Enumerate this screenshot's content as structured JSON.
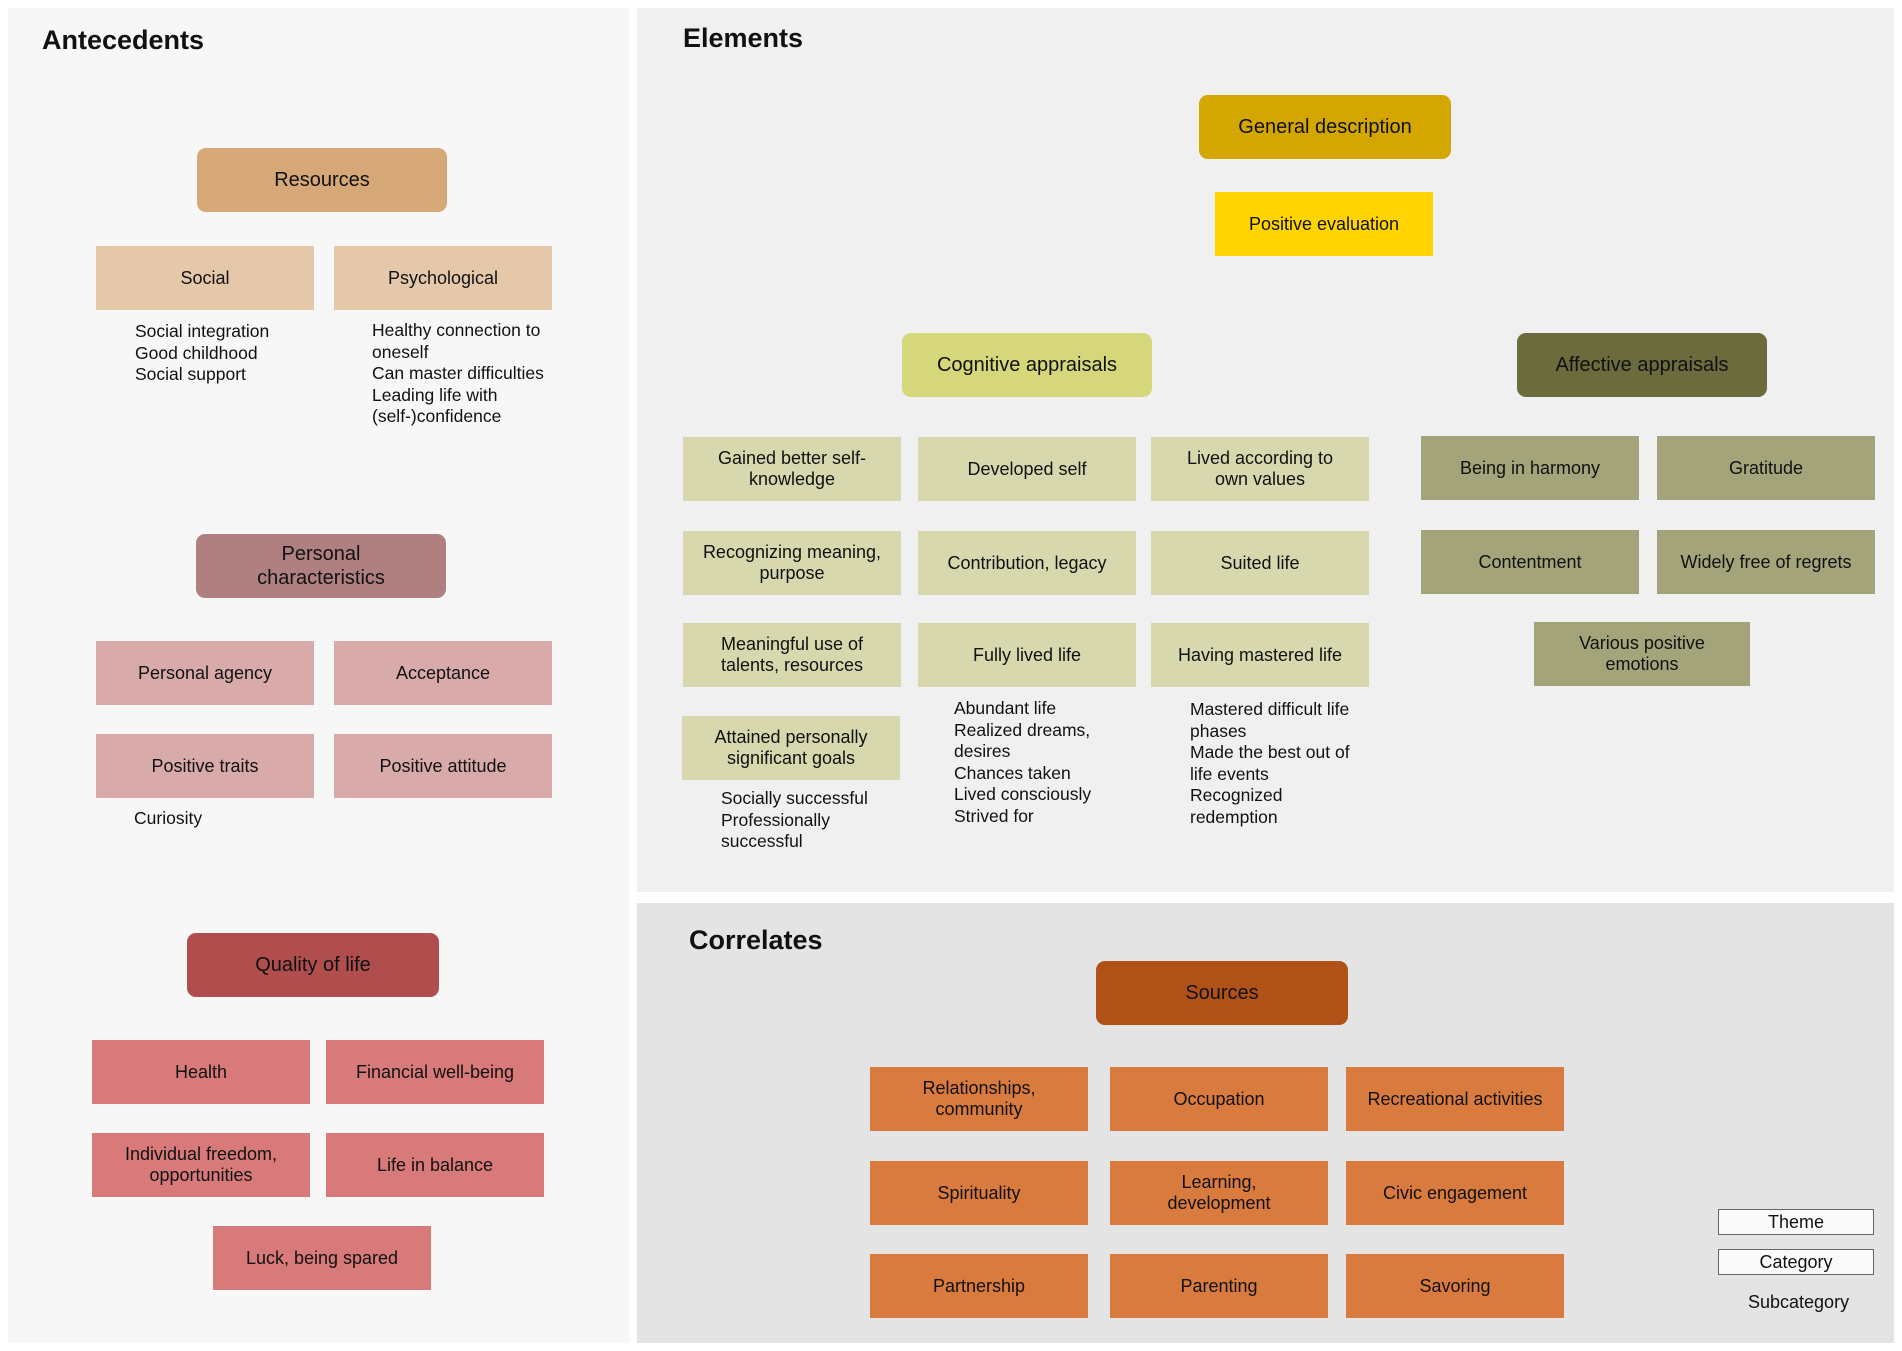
{
  "panels": {
    "antecedents": "Antecedents",
    "elements": "Elements",
    "correlates": "Correlates"
  },
  "colors": {
    "resources_theme": "#d6a878",
    "resources_cat": "#e5c8aa",
    "personal_theme": "#b08080",
    "personal_cat": "#d9aaaa",
    "quality_theme": "#b04e4e",
    "quality_cat": "#d87a79",
    "general_theme": "#d4a600",
    "general_cat": "#ffd400",
    "cognitive_theme": "#d6d67a",
    "cognitive_cat": "#d8d8ae",
    "affective_theme": "#6b6b3e",
    "affective_cat": "#a4a47a",
    "sources_theme": "#b05218",
    "sources_cat": "#d97a3e"
  },
  "antecedents": {
    "resources": {
      "theme": "Resources",
      "social": "Social",
      "social_items": "Social integration\nGood childhood\nSocial support",
      "psychological": "Psychological",
      "psychological_items": "Healthy connection to\noneself\nCan master difficulties\nLeading life with\n(self-)confidence"
    },
    "personal": {
      "theme": "Personal\ncharacteristics",
      "agency": "Personal agency",
      "acceptance": "Acceptance",
      "traits": "Positive traits",
      "traits_items": "Curiosity",
      "attitude": "Positive attitude"
    },
    "quality": {
      "theme": "Quality of life",
      "health": "Health",
      "financial": "Financial well-being",
      "freedom": "Individual freedom,\nopportunities",
      "balance": "Life in balance",
      "luck": "Luck, being spared"
    }
  },
  "elements": {
    "general": {
      "theme": "General description",
      "positive_evaluation": "Positive evaluation"
    },
    "cognitive": {
      "theme": "Cognitive appraisals",
      "self_knowledge": "Gained better self-\nknowledge",
      "developed_self": "Developed self",
      "own_values": "Lived according to\nown values",
      "meaning": "Recognizing meaning,\npurpose",
      "contribution": "Contribution, legacy",
      "suited_life": "Suited life",
      "talents": "Meaningful use of\ntalents, resources",
      "fully_lived": "Fully lived life",
      "fully_lived_items": "Abundant life\nRealized dreams,\ndesires\nChances taken\nLived consciously\nStrived for",
      "mastered_life": "Having mastered life",
      "mastered_items": "Mastered difficult life\nphases\nMade the best out of\nlife events\nRecognized\nredemption",
      "goals": "Attained personally\nsignificant goals",
      "goals_items": "Socially successful\nProfessionally\nsuccessful"
    },
    "affective": {
      "theme": "Affective appraisals",
      "harmony": "Being in harmony",
      "gratitude": "Gratitude",
      "contentment": "Contentment",
      "regrets": "Widely free of regrets",
      "emotions": "Various positive\nemotions"
    }
  },
  "correlates": {
    "theme": "Sources",
    "relationships": "Relationships,\ncommunity",
    "occupation": "Occupation",
    "recreational": "Recreational activities",
    "spirituality": "Spirituality",
    "learning": "Learning,\ndevelopment",
    "civic": "Civic engagement",
    "partnership": "Partnership",
    "parenting": "Parenting",
    "savoring": "Savoring"
  },
  "legend": {
    "theme": "Theme",
    "category": "Category",
    "subcategory": "Subcategory"
  }
}
